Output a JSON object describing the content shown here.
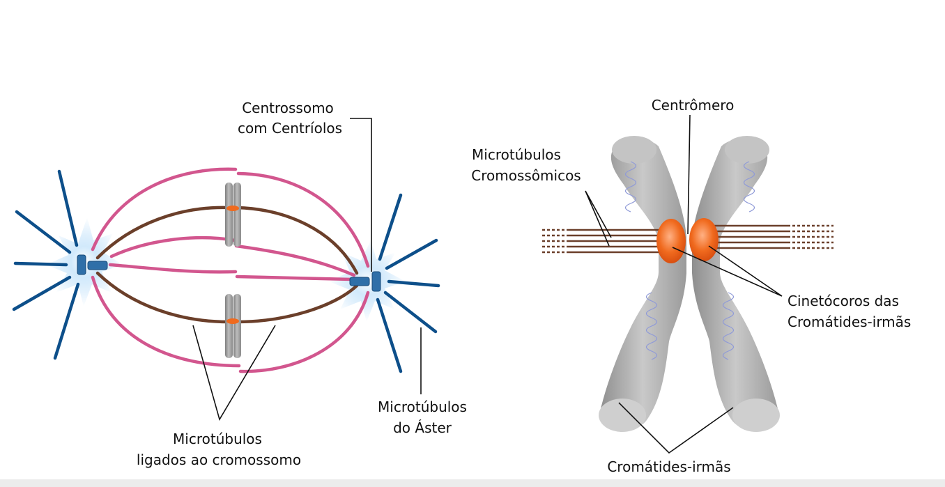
{
  "left_diagram": {
    "labels": {
      "centrosome_line1": "Centrossomo",
      "centrosome_line2": "com Centríolos",
      "attached_mt_line1": "Microtúbulos",
      "attached_mt_line2": "ligados ao cromossomo",
      "aster_mt_line1": "Microtúbulos",
      "aster_mt_line2": "do Áster"
    }
  },
  "right_diagram": {
    "labels": {
      "centromere": "Centrômero",
      "chromosomal_mt_line1": "Microtúbulos",
      "chromosomal_mt_line2": "Cromossômicos",
      "kinetochores_line1": "Cinetócoros das",
      "kinetochores_line2": "Cromátides-irmãs",
      "sister_chromatids": "Cromátides-irmãs"
    }
  },
  "colors": {
    "polar_microtubule": "#d2568e",
    "kinetochore_microtubule": "#6b3f2a",
    "aster_ray": "#0d4f8a",
    "centriole": "#2f6fa8",
    "chromosome": "#9a9a9a",
    "kinetochore": "#f06a1e",
    "label_text": "#111111"
  }
}
